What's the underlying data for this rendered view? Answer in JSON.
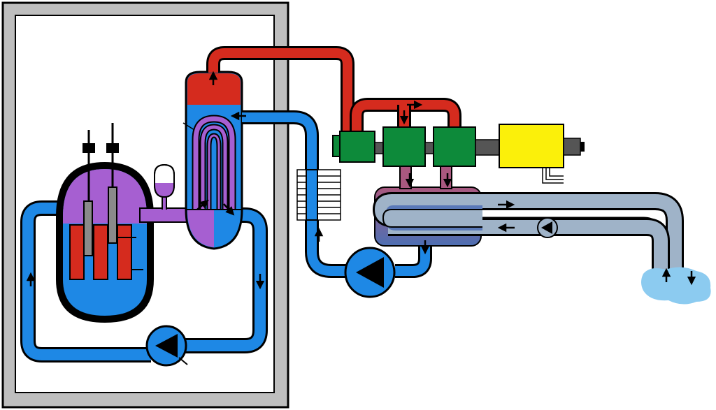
{
  "diagram": {
    "type": "pressurized-water-reactor-schematic",
    "components": [
      "containment-building",
      "reactor-pressure-vessel",
      "control-rods",
      "fuel-rods",
      "pressurizer",
      "steam-generator",
      "primary-coolant-pump",
      "high-pressure-turbine",
      "low-pressure-turbine-1",
      "low-pressure-turbine-2",
      "generator",
      "condenser",
      "feedwater-heater",
      "feedwater-pump",
      "cooling-water-pump",
      "cooling-water-source"
    ],
    "colors": {
      "containment": "#bebebe",
      "primary_coolant": "#1e88e5",
      "primary_water_top": "#a65fd1",
      "steam": "#d52b1e",
      "turbine": "#0d8a3a",
      "generator": "#fbf00a",
      "condenser_pipe": "#9fb3c8",
      "cooling_source": "#8ccbf0",
      "condensate_mix": "#9a5b8a",
      "outline": "#000000"
    },
    "flow_arrows": "black"
  }
}
